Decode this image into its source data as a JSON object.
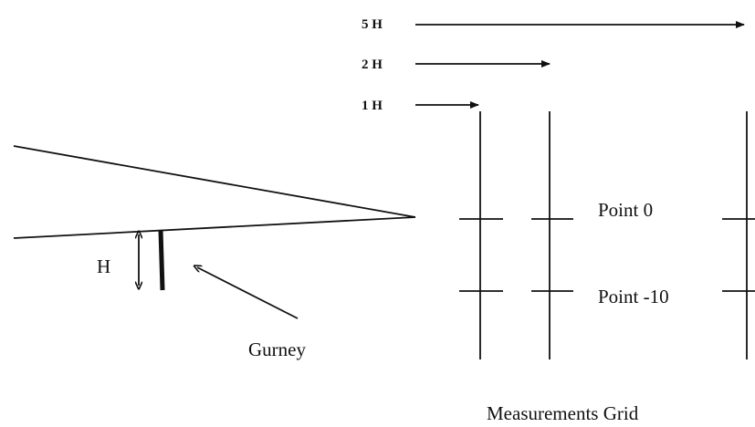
{
  "distances": [
    {
      "label": "5 H",
      "multiple": 5
    },
    {
      "label": "2 H",
      "multiple": 2
    },
    {
      "label": "1 H",
      "multiple": 1
    }
  ],
  "airfoil": {
    "height_label": "H",
    "gurney_label": "Gurney"
  },
  "grid": {
    "points": [
      {
        "label": "Point 0"
      },
      {
        "label": "Point -10"
      }
    ],
    "caption": "Measurements Grid"
  },
  "colors": {
    "ink": "#111111",
    "background": "#ffffff"
  }
}
